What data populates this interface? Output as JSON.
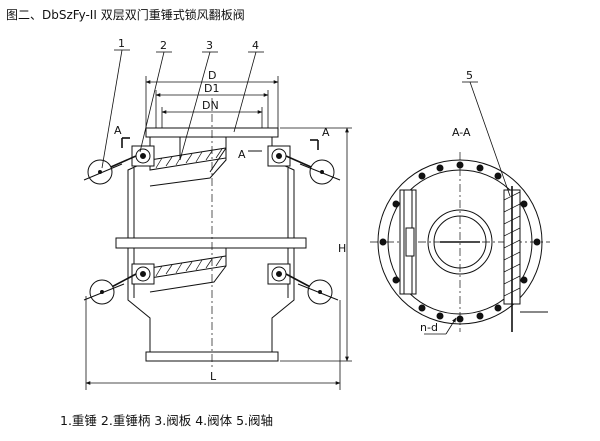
{
  "title": "图二、DbSzFy-II 双层双门重锤式锁风翻板阀",
  "callouts": [
    "1",
    "2",
    "3",
    "4",
    "5"
  ],
  "dimensions": {
    "d": "D",
    "d1": "D1",
    "dn": "DN",
    "h": "H",
    "l": "L",
    "nd": "n-d"
  },
  "section_marks": {
    "a_left": "A",
    "a_right": "A",
    "a_small": "A",
    "section_title": "A-A"
  },
  "legend": "1.重锤 2.重锤柄 3.阀板 4.阀体 5.阀轴"
}
